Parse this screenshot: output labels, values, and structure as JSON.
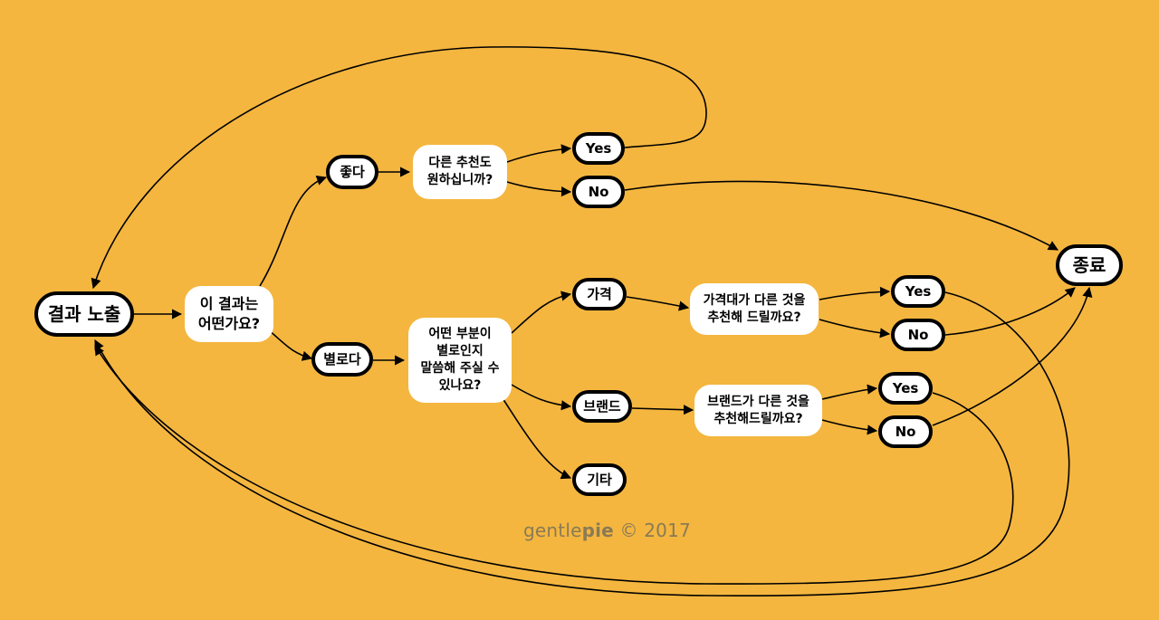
{
  "nodes": {
    "result": "결과 노출",
    "question_result": "이 결과는\n어떤가요?",
    "good": "좋다",
    "bad": "별로다",
    "question_other_rec": "다른 추천도\n원하십니까?",
    "other_yes": "Yes",
    "other_no": "No",
    "question_which_part": "어떤 부분이\n별로인지\n말씀해 주실 수\n있나요?",
    "price": "가격",
    "brand": "브랜드",
    "etc": "기타",
    "question_price": "가격대가 다른 것을\n추천해 드릴까요?",
    "price_yes": "Yes",
    "price_no": "No",
    "question_brand": "브랜드가 다른 것을\n추천해드릴까요?",
    "brand_yes": "Yes",
    "brand_no": "No",
    "end": "종료"
  },
  "watermark": {
    "brand_light": "gentle",
    "brand_bold": "pie",
    "copyright": "© 2017"
  },
  "colors": {
    "background": "#F4B63F",
    "node_fill": "#FFFFFF",
    "stroke": "#000000"
  }
}
